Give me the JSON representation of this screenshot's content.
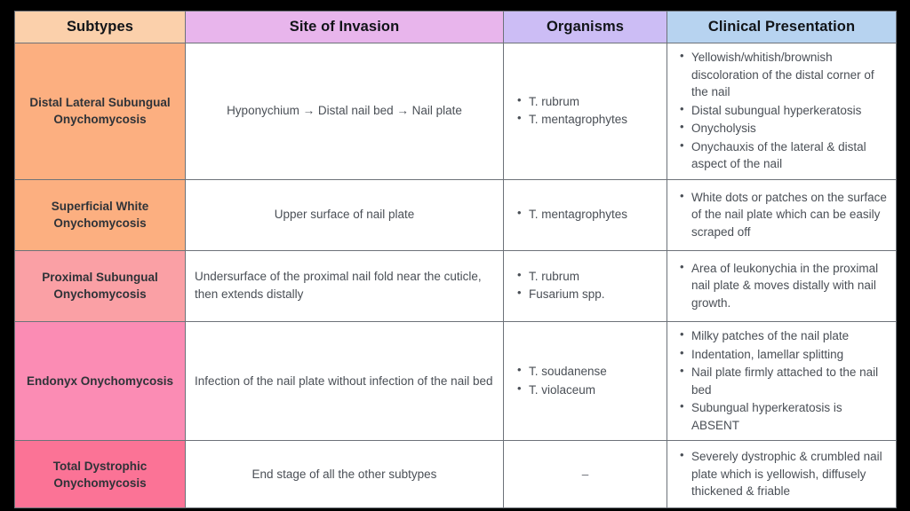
{
  "table": {
    "columns": [
      {
        "key": "subtypes",
        "label": "Subtypes",
        "header_color": "#fbd0ab"
      },
      {
        "key": "site",
        "label": "Site of Invasion",
        "header_color": "#e8b5ec"
      },
      {
        "key": "organisms",
        "label": "Organisms",
        "header_color": "#ccbdf5"
      },
      {
        "key": "clinical",
        "label": "Clinical Presentation",
        "header_color": "#b7d3f0"
      }
    ],
    "rows": [
      {
        "subtype": "Distal Lateral Subungual Onychomycosis",
        "subtype_color": "#fcaf80",
        "site": "Hyponychium → Distal nail bed → Nail plate",
        "organisms": [
          "T. rubrum",
          "T. mentagrophytes"
        ],
        "clinical": [
          "Yellowish/whitish/brownish discoloration of the distal corner of the nail",
          "Distal subungual hyperkeratosis",
          "Onycholysis",
          "Onychauxis of the lateral & distal aspect of the nail"
        ]
      },
      {
        "subtype": "Superficial White Onychomycosis",
        "subtype_color": "#fcaf80",
        "site": "Upper surface of nail plate",
        "organisms": [
          "T. mentagrophytes"
        ],
        "clinical": [
          "White dots or patches on the surface of the nail plate which can be easily scraped off"
        ]
      },
      {
        "subtype": "Proximal Subungual Onychomycosis",
        "subtype_color": "#faa0a5",
        "site": "Undersurface of the proximal nail fold near the cuticle, then extends distally",
        "organisms": [
          "T. rubrum",
          "Fusarium spp."
        ],
        "clinical": [
          "Area of leukonychia in the proximal nail plate & moves distally with nail growth."
        ]
      },
      {
        "subtype": "Endonyx Onychomycosis",
        "subtype_color": "#fb8cb4",
        "site": "Infection of the nail plate without infection of the nail bed",
        "organisms": [
          "T. soudanense",
          "T. violaceum"
        ],
        "clinical": [
          "Milky patches of the nail plate",
          "Indentation, lamellar splitting",
          "Nail plate firmly attached to the nail bed",
          "Subungual hyperkeratosis is ABSENT"
        ]
      },
      {
        "subtype": "Total Dystrophic Onychomycosis",
        "subtype_color": "#fb7396",
        "site": "End stage of all the other subtypes",
        "organisms": [],
        "organisms_placeholder": "–",
        "clinical": [
          "Severely dystrophic & crumbled nail plate which is yellowish, diffusely thickened & friable"
        ]
      }
    ]
  },
  "style": {
    "page_background": "#000000",
    "cell_background": "#ffffff",
    "border_color": "#6d7279",
    "body_text_color": "#4a4f56",
    "header_text_color": "#111418"
  }
}
